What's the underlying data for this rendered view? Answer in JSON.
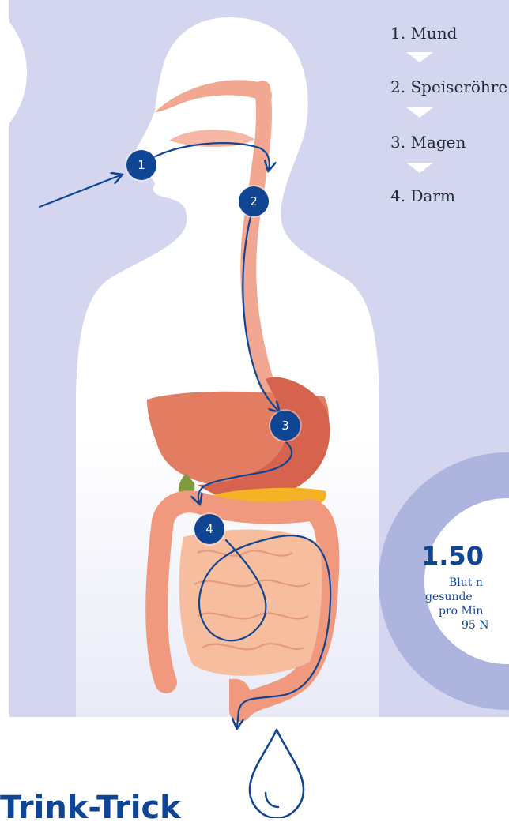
{
  "steps": [
    {
      "label": "1. Mund"
    },
    {
      "label": "2. Speiseröhre"
    },
    {
      "label": "3. Magen"
    },
    {
      "label": "4. Darm"
    }
  ],
  "markers": [
    "1",
    "2",
    "3",
    "4"
  ],
  "stat": {
    "value": "1.50",
    "line1": "Blut n",
    "line2": "gesunde",
    "line3": "pro Min",
    "line4": "95 N"
  },
  "heading": "Trink-Trick",
  "colors": {
    "background_panel": "#d4d6ef",
    "body": "#ffffff",
    "accent": "#0f4592",
    "esophagus": "#f2a793",
    "liver": "#e27d62",
    "intestine": "#f3b295",
    "pancreas": "#f4b324",
    "ring": "#a9b1dc"
  },
  "icons": [
    "water-drop-icon",
    "flow-arrow-icon",
    "triangle-down-icon"
  ]
}
